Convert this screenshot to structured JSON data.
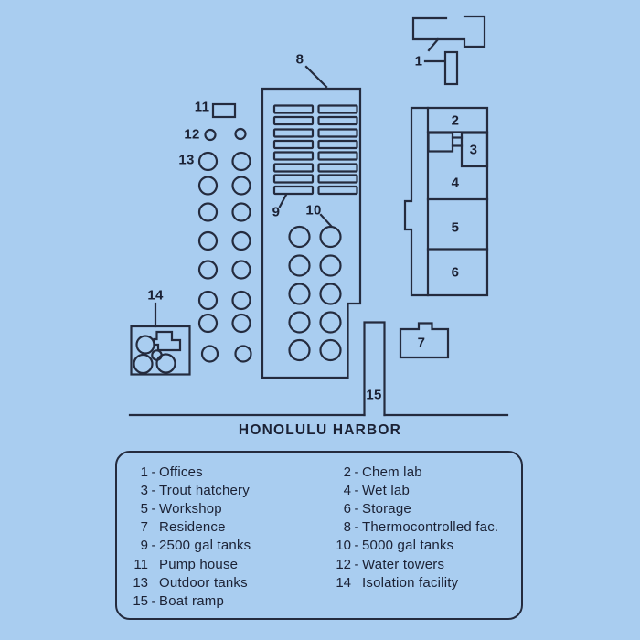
{
  "title": "HONOLULU HARBOR",
  "colors": {
    "background": "#a9cdf0",
    "line": "#242b3e",
    "text": "#1b2134"
  },
  "map": {
    "labels": {
      "n1": "1",
      "n2": "2",
      "n3": "3",
      "n4": "4",
      "n5": "5",
      "n6": "6",
      "n7": "7",
      "n8": "8",
      "n9": "9",
      "n10": "10",
      "n11": "11",
      "n12": "12",
      "n13": "13",
      "n14": "14",
      "n15": "15"
    },
    "tank_counts": {
      "gal_2500_rect_tanks": 16,
      "gal_5000_round_tanks": 10,
      "outdoor_tanks": 16,
      "water_towers": 2
    }
  },
  "legend": {
    "left": [
      {
        "num": "1",
        "sep": "-",
        "label": "Offices"
      },
      {
        "num": "3",
        "sep": "-",
        "label": "Trout hatchery"
      },
      {
        "num": "5",
        "sep": "-",
        "label": "Workshop"
      },
      {
        "num": "7",
        "sep": "",
        "label": "Residence"
      },
      {
        "num": "9",
        "sep": "-",
        "label": "2500 gal tanks"
      },
      {
        "num": "11",
        "sep": "",
        "label": "Pump house"
      },
      {
        "num": "13",
        "sep": "",
        "label": "Outdoor tanks"
      },
      {
        "num": "15",
        "sep": "-",
        "label": "Boat ramp"
      }
    ],
    "right": [
      {
        "num": "2",
        "sep": "-",
        "label": "Chem lab"
      },
      {
        "num": "4",
        "sep": "-",
        "label": "Wet lab"
      },
      {
        "num": "6",
        "sep": "-",
        "label": "Storage"
      },
      {
        "num": "8",
        "sep": "-",
        "label": "Thermocontrolled fac."
      },
      {
        "num": "10",
        "sep": "-",
        "label": "5000 gal tanks"
      },
      {
        "num": "12",
        "sep": "-",
        "label": "Water towers"
      },
      {
        "num": "14",
        "sep": "",
        "label": "Isolation facility"
      }
    ]
  }
}
